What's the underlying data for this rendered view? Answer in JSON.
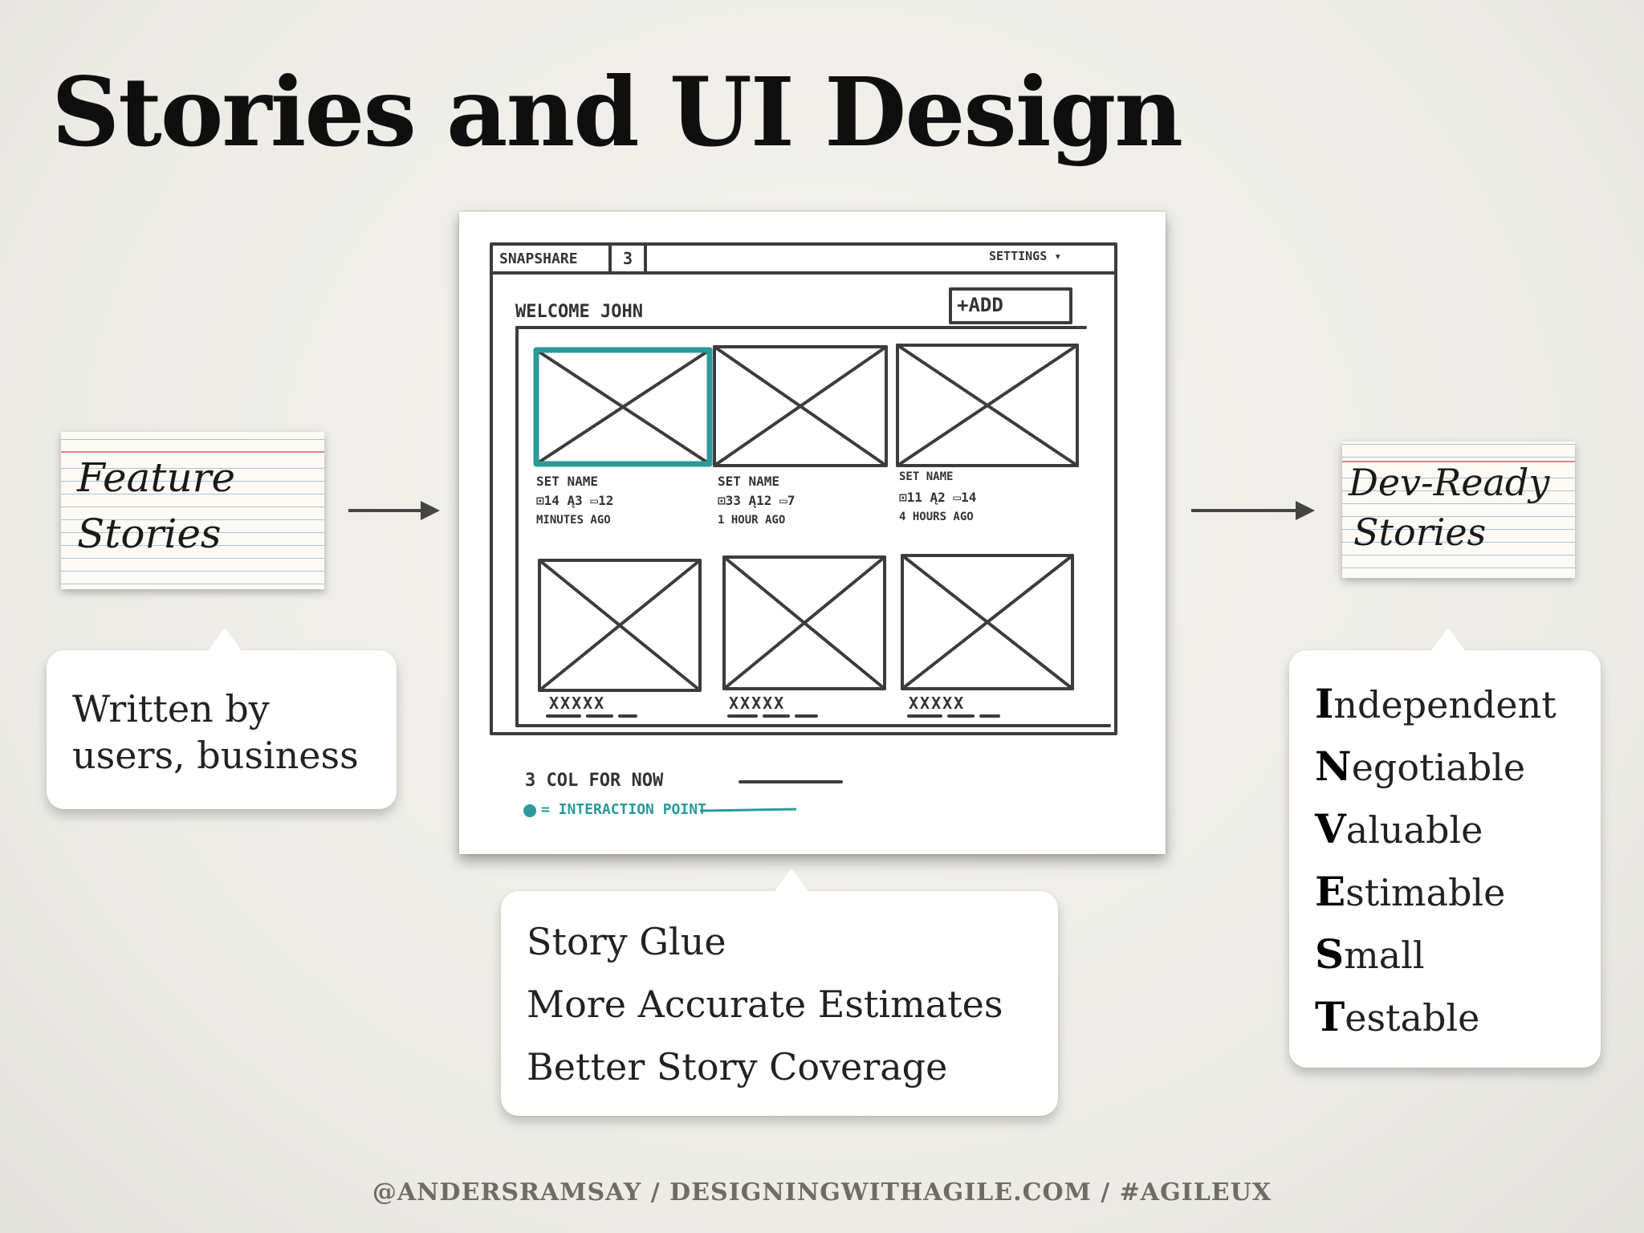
{
  "slide": {
    "title": "Stories and UI Design",
    "footer": "@ANDERSRAMSAY  /  DESIGNINGWITHAGILE.COM  /  #AGILEUX"
  },
  "left_card": {
    "line1": "Feature",
    "line2": "Stories"
  },
  "right_card": {
    "line1": "Dev-Ready",
    "line2": "Stories"
  },
  "left_bubble": {
    "line1": "Written by",
    "line2": "users, business"
  },
  "center_bubble": {
    "lines": [
      "Story Glue",
      "More Accurate Estimates",
      "Better Story Coverage"
    ]
  },
  "invest": [
    {
      "initial": "I",
      "rest": "ndependent"
    },
    {
      "initial": "N",
      "rest": "egotiable"
    },
    {
      "initial": "V",
      "rest": "aluable"
    },
    {
      "initial": "E",
      "rest": "stimable"
    },
    {
      "initial": "S",
      "rest": "mall"
    },
    {
      "initial": "T",
      "rest": "estable"
    }
  ],
  "sketch": {
    "app_name": "SNAPSHARE",
    "tab_number": "3",
    "settings": "SETTINGS ▾",
    "welcome": "WELCOME JOHN",
    "add_button": "+ADD",
    "tiles_top": [
      {
        "name": "SET NAME",
        "stats": "⊡14 Ą3 ▭12",
        "time": "MINUTES AGO"
      },
      {
        "name": "SET NAME",
        "stats": "⊡33 Ą12 ▭7",
        "time": "1 HOUR AGO"
      },
      {
        "name": "SET NAME",
        "stats": "⊡11 Ą2 ▭14",
        "time": "4 HOURS AGO"
      }
    ],
    "tiles_bottom": [
      {
        "label": "XXXXX"
      },
      {
        "label": "XXXXX"
      },
      {
        "label": "XXXXX"
      }
    ],
    "note": "3 COL FOR NOW",
    "legend": "= INTERACTION POINT",
    "accent": "#2a9a9a"
  }
}
